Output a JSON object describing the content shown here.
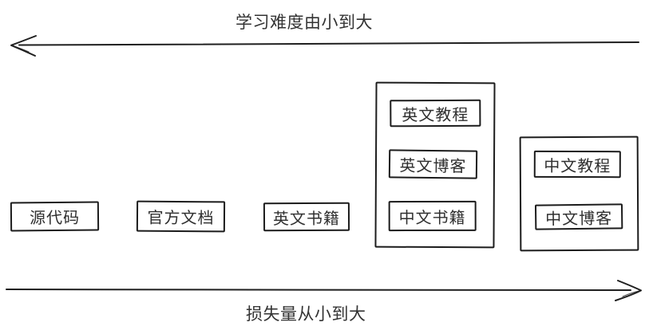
{
  "axes": {
    "top": {
      "label": "学习难度由小到大",
      "direction": "left"
    },
    "bottom": {
      "label": "损失量从小到大",
      "direction": "right"
    }
  },
  "boxes": [
    {
      "label": "源代码"
    },
    {
      "label": "官方文档"
    },
    {
      "label": "英文书籍"
    }
  ],
  "groups": [
    {
      "items": [
        "英文教程",
        "英文博客",
        "中文书籍"
      ]
    },
    {
      "items": [
        "中文教程",
        "中文博客"
      ]
    }
  ],
  "colors": {
    "stroke": "#1c1c1c",
    "text": "#2f2f2f",
    "background": "#ffffff"
  }
}
